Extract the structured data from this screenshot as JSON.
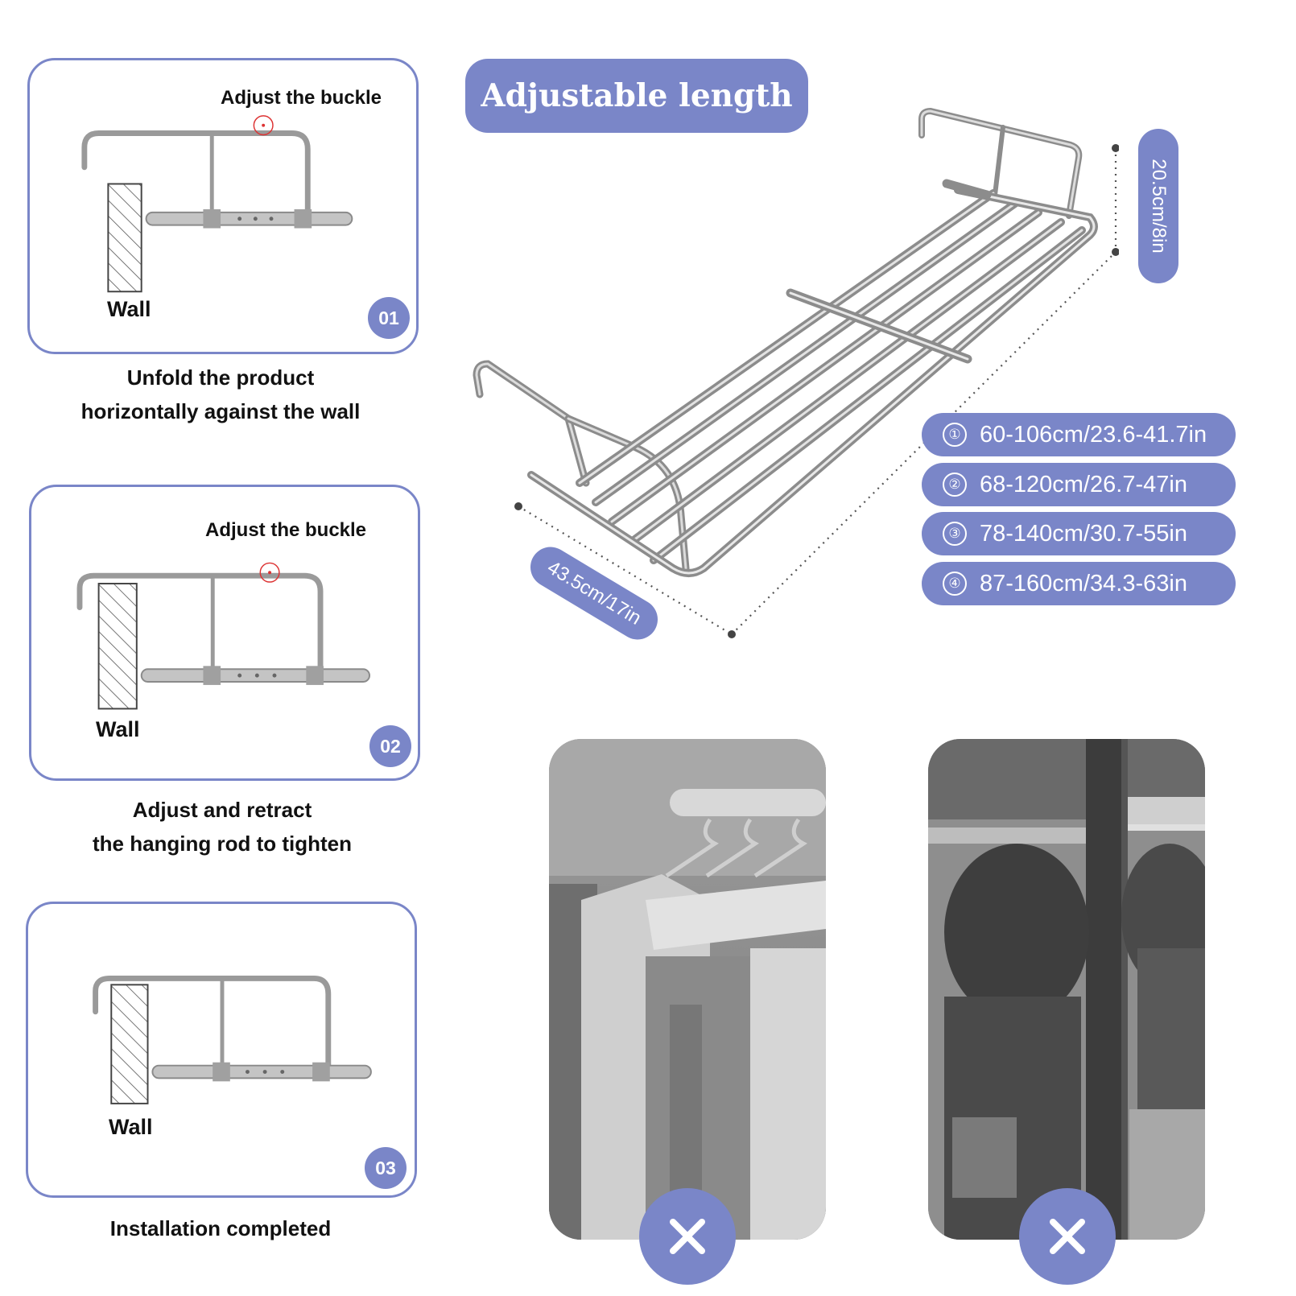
{
  "title": "Adjustable length",
  "steps": [
    {
      "number": "01",
      "buckle_label": "Adjust the buckle",
      "wall_label": "Wall",
      "caption": [
        "Unfold the product",
        "horizontally against the wall"
      ]
    },
    {
      "number": "02",
      "buckle_label": "Adjust the buckle",
      "wall_label": "Wall",
      "caption": [
        "Adjust and retract",
        "the hanging rod to tighten"
      ]
    },
    {
      "number": "03",
      "wall_label": "Wall",
      "caption": [
        "Installation completed"
      ]
    }
  ],
  "sizes": [
    {
      "marker": "①",
      "label": "60-106cm/23.6-41.7in"
    },
    {
      "marker": "②",
      "label": "68-120cm/26.7-47in"
    },
    {
      "marker": "③",
      "label": "78-140cm/30.7-55in"
    },
    {
      "marker": "④",
      "label": "87-160cm/34.3-63in"
    }
  ],
  "dimensions": {
    "depth": "43.5cm/17in",
    "height": "20.5cm/8in"
  },
  "photos": [
    {
      "name": "closet-photo",
      "badge_icon": "close-icon"
    },
    {
      "name": "blurred-closet-photo",
      "badge_icon": "close-icon"
    }
  ],
  "colors": {
    "accent": "#7a86c8",
    "text": "#111111"
  }
}
